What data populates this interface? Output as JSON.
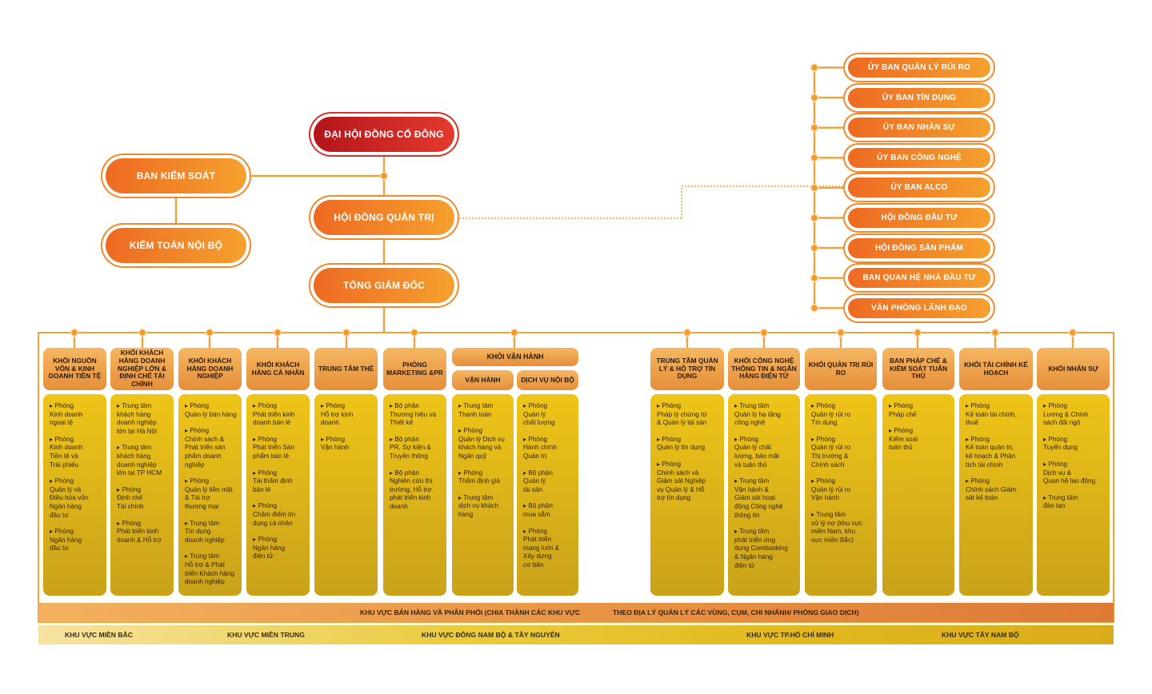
{
  "top": {
    "shareholders": "ĐẠI HỘI ĐỒNG CỔ ĐÔNG",
    "supervisory": "BAN KIỂM SOÁT",
    "internal_audit": "KIỂM TOÁN NỘI BỘ",
    "board": "HỘI ĐỒNG QUẢN TRỊ",
    "ceo": "TỔNG GIÁM ĐỐC"
  },
  "committees": [
    "ỦY BAN QUẢN LÝ RỦI RO",
    "ỦY BAN TÍN DỤNG",
    "ỦY BAN NHÂN SỰ",
    "ỦY BAN CÔNG NGHỆ",
    "ỦY BAN ALCO",
    "HỘI ĐỒNG ĐẦU TƯ",
    "HỘI ĐỒNG SẢN PHẨM",
    "BAN QUAN HỆ NHÀ ĐẦU TƯ",
    "VĂN PHÒNG LÃNH ĐẠO"
  ],
  "divisions": [
    {
      "title": "KHỐI NGUỒN VỐN & KINH DOANH TIỀN TỆ",
      "items": [
        "▸ Phòng\nKinh doanh\nngoại tệ",
        "▸ Phòng\nKinh doanh\nTiền tệ và\nTrái phiếu",
        "▸ Phòng\nQuản lý và\nĐiều hòa vốn\nNgân hàng\nđầu tư",
        "▸ Phòng\nNgân hàng\nđầu tư"
      ]
    },
    {
      "title": "KHỐI KHÁCH HÀNG DOANH NGHIỆP LỚN & ĐỊNH CHẾ TÀI CHÍNH",
      "items": [
        "▸ Trung tâm\nkhách hàng\ndoanh nghiệp\nlớn tại Hà Nội",
        "▸ Trung tâm\nkhách hàng\ndoanh nghiệp\nlớn tại TP HCM",
        "▸ Phòng\nĐịnh chế\nTài chính",
        "▸ Phòng\nPhát triển kinh\ndoanh & Hỗ trợ"
      ]
    },
    {
      "title": "KHỐI KHÁCH HÀNG DOANH NGHIỆP",
      "items": [
        "▸ Phòng\nQuản lý bán hàng",
        "▸ Phòng\nChính sách &\nPhát triển sản\nphẩm doanh\nnghiệp",
        "▸ Phòng\nQuản lý tiền mặt\n& Tài trợ\nthương mại",
        "▸ Trung tâm\nTín dụng\ndoanh nghiệp",
        "▸ Trung tâm\nHỗ trợ & Phát\ntriển Khách hàng\ndoanh nghiệp"
      ]
    },
    {
      "title": "KHỐI KHÁCH HÀNG CÁ NHÂN",
      "items": [
        "▸ Phòng\nPhát triển kinh\ndoanh bán lẻ",
        "▸ Phòng\nPhát triển Sản\nphẩm bán lẻ",
        "▸ Phòng\nTái thẩm định\nbán lẻ",
        "▸ Phòng\nChăm điểm tín\ndụng cá nhân",
        "▸ Phòng\nNgân hàng\nđiện tử"
      ]
    },
    {
      "title": "TRUNG TÂM THẺ",
      "items": [
        "▸ Phòng\nHỗ trợ kinh\ndoanh",
        "▸ Phòng\nVận hành"
      ]
    },
    {
      "title": "PHÒNG MARKETING &PR",
      "items": [
        "▸ Bộ phận\nThương hiệu và\nThiết kế",
        "▸ Bộ phận\nPR, Sự kiện &\nTruyền thông",
        "▸ Bộ phận\nNghiên cứu thị\ntrường, Hỗ trợ\nphát triển kinh\ndoanh"
      ]
    },
    {
      "title": "VẬN HÀNH",
      "items": [
        "▸ Trung tâm\nThanh toán",
        "▸ Phòng\nQuản lý Dịch vụ\nkhách hàng và\nNgân quỹ",
        "▸ Phòng\nThẩm định giá",
        "▸ Trung tâm\ndịch vụ khách\nhàng"
      ]
    },
    {
      "title": "DỊCH VỤ NỘI BỘ",
      "items": [
        "▸ Phòng\nQuản lý\nchất lượng",
        "▸ Phòng\nHành chính\nQuản trị",
        "▸ Bộ phận\nQuản lý\ntài sản",
        "▸ Bộ phận\nmua sắm",
        "▸ Phòng\nPhát triển\nmạng lưới &\nXây dựng\ncơ bản"
      ]
    },
    {
      "title": "TRUNG TÂM QUẢN LÝ & HỖ TRỢ TÍN DỤNG",
      "items": [
        "▸ Phòng\nPháp lý chứng từ\n& Quản lý tài sản",
        "▸ Phòng\nQuản lý tín dụng",
        "▸ Phòng\nChính sách và\nGiám sát Nghiệp\nvụ Quản lý & Hỗ\ntrợ tín dụng"
      ]
    },
    {
      "title": "KHỐI CÔNG NGHỆ THÔNG TIN & NGÂN HÀNG ĐIỆN TỬ",
      "items": [
        "▸ Trung tâm\nQuản lý hạ tầng\ncông nghệ",
        "▸ Phòng\nQuản lý chất\nlượng, bảo mật\nvà tuân thủ",
        "▸ Trung tâm\nVận hành &\nGiám sát hoạt\nđộng Công nghệ\nthông tin",
        "▸ Trung tâm\nphát triển ứng\ndụng Corebanking\n& Ngân hàng\nđiện tử"
      ]
    },
    {
      "title": "KHỐI QUẢN TRỊ RỦI RO",
      "items": [
        "▸ Phòng\nQuản lý rủi ro\nTín dụng",
        "▸ Phòng\nQuản lý rủi ro\nThị trường &\nChính sách",
        "▸ Phòng\nQuản lý rủi ro\nVận hành",
        "▸ Trung tâm\nxử lý nợ (khu vực\nmiền Nam, khu\nvực miền Bắc)"
      ]
    },
    {
      "title": "BAN PHÁP CHẾ & KIỂM SOÁT TUÂN THỦ",
      "items": [
        "▸ Phòng\nPháp chế",
        "▸ Phòng\nKiểm soát\ntuân thủ"
      ]
    },
    {
      "title": "KHỐI TÀI CHÍNH KẾ HOẠCH",
      "items": [
        "▸ Phòng\nKế toán tài chính,\nthuế",
        "▸ Phòng\nKế toán quản trị,\nkế hoạch & Phân\ntích tài chính",
        "▸ Phòng\nChính sách Giám\nsát kế toán"
      ]
    },
    {
      "title": "KHỐI NHÂN SỰ",
      "items": [
        "▸ Phòng\nLương & Chính\nsách đãi ngộ",
        "▸ Phòng\nTuyển dụng",
        "▸ Phòng\nDịch vụ &\nQuan hệ lao động",
        "▸ Trung tâm\nđào tạo"
      ]
    }
  ],
  "operations_group": "KHỐI VẬN HÀNH",
  "sales_band": {
    "left": "KHU VỰC BÁN HÀNG VÀ PHÂN PHỐI (CHIA THÀNH CÁC KHU VỰC",
    "right": "THEO ĐỊA LÝ QUẢN LÝ CÁC VÙNG, CỤM, CHI NHÁNH/ PHÒNG GIAO DỊCH)"
  },
  "regions": [
    "KHU VỰC MIỀN BẮC",
    "KHU VỰC MIỀN TRUNG",
    "KHU VỰC ĐÔNG NAM BỘ & TÂY NGUYÊN",
    "KHU VỰC TP.HỒ CHÍ MINH",
    "KHU VỰC TÂY NAM BỘ"
  ],
  "colors": {
    "orange": "#ee6a22",
    "red": "#c41e22",
    "gold": "#e6b918",
    "line": "#f0a23a"
  }
}
